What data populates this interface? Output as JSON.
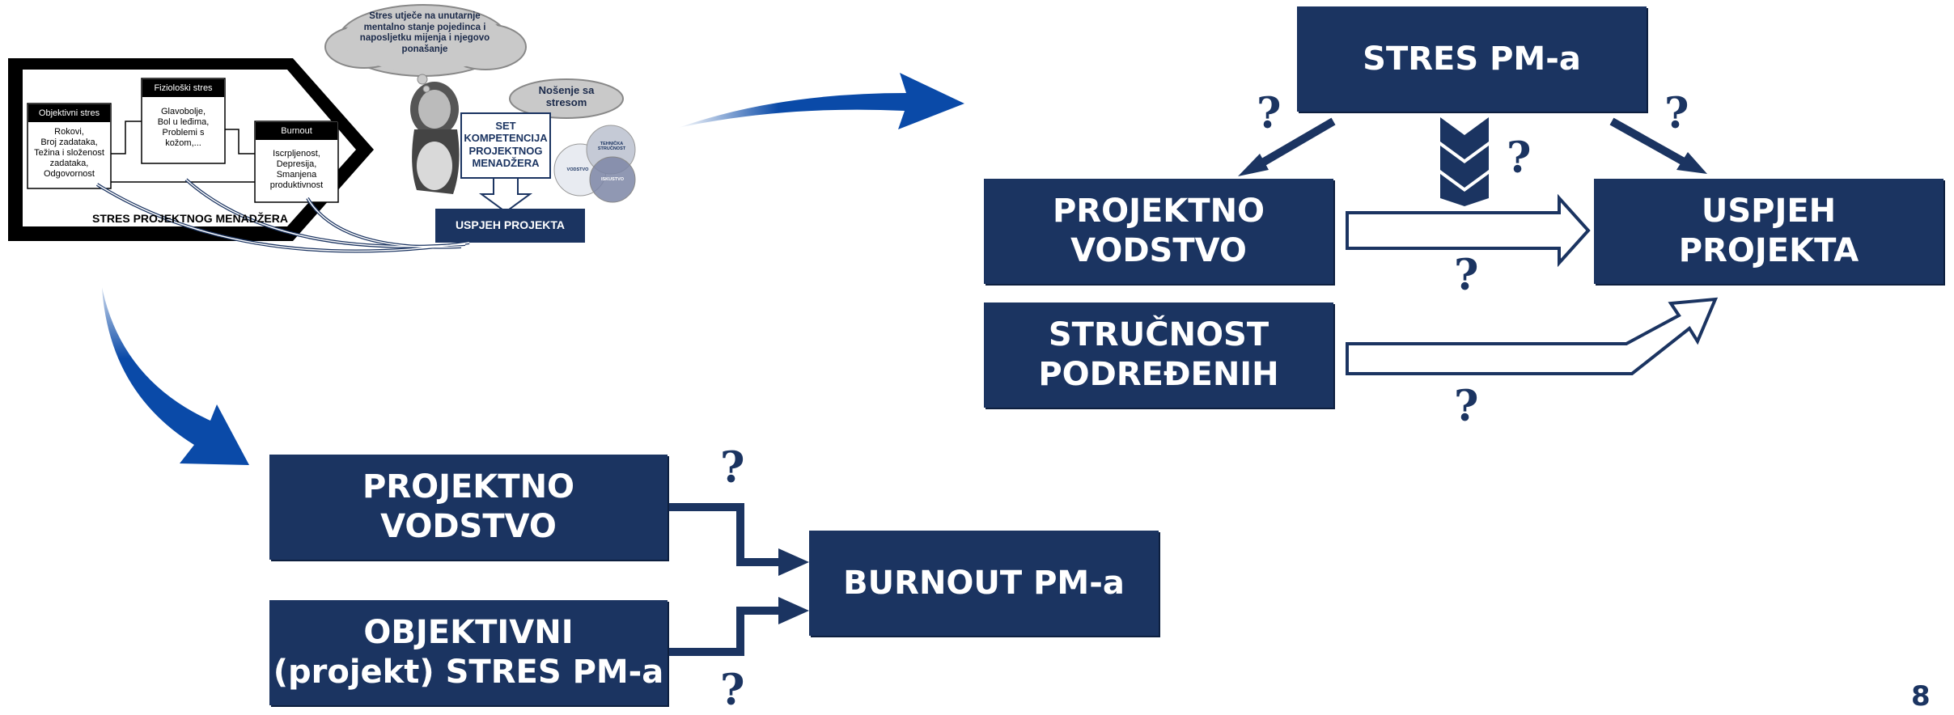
{
  "top_right": {
    "stres_pm": "STRES PM-a",
    "vodstvo": "PROJEKTNO\nVODSTVO",
    "uspjeh": "USPJEH\nPROJEKTA",
    "strucnost": "STRUČNOST\nPODREĐENIH",
    "question_mark": "?"
  },
  "bottom": {
    "vodstvo": "PROJEKTNO\nVODSTVO",
    "objektivni": "OBJEKTIVNI\n(projekt) STRES PM-a",
    "burnout": "BURNOUT PM-a",
    "question_mark": "?"
  },
  "thumbnail": {
    "thought_bubble": "Stres utječe na unutarnje\nmentalno stanje pojedinca i\nnaposljetku mijenja i njegovo\nponašanje",
    "nosenje_bubble": "Nošenje sa\nstresom",
    "objektivni_header": "Objektivni stres",
    "objektivni_text": "Rokovi,\nBroj zadataka,\nTežina i složenost\nzadataka,\nOdgovornost",
    "fizioloski_header": "Fiziološki stres",
    "fizioloski_text": "Glavobolje,\nBol u leđima,\nProblemi s\nkožom,...",
    "burnout_header": "Burnout",
    "burnout_text": "Iscrpljenost,\nDepresija,\nSmanjena\nproduktivnost",
    "stres_label": "STRES PROJEKTNOG MENADŽERA",
    "set_kompetencija": "SET\nKOMPETENCIJA\nPROJEKTNOG\nMENADŽERA",
    "uspjeh_projekta": "USPJEH PROJEKTA",
    "venn_tehnicka": "TEHNIČKA\nSTRUČNOST",
    "venn_vodstvo": "VODSTVO",
    "venn_iskustvo": "ISKUSTVO"
  },
  "page_number": "8",
  "colors": {
    "navy": "#1b3461",
    "arrow_blue": "#0a4aa8"
  }
}
